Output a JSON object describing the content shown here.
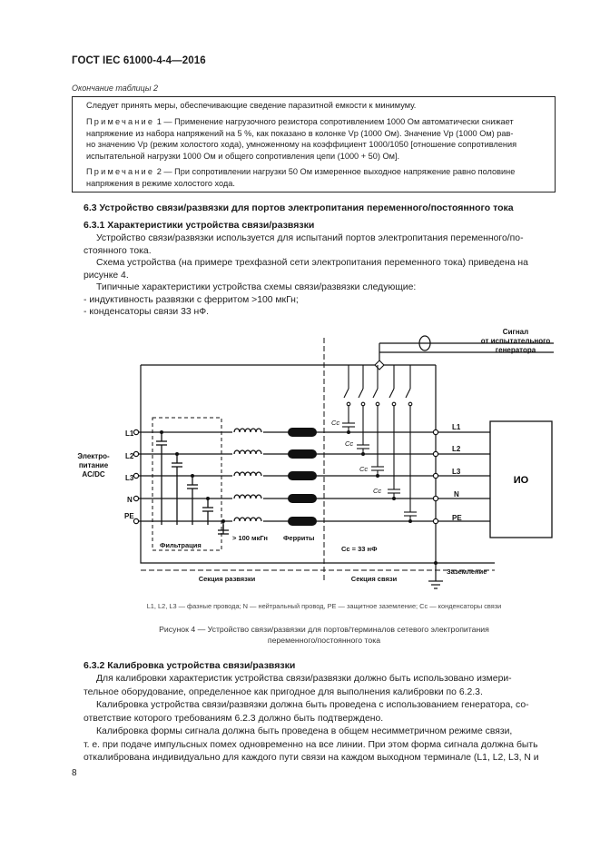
{
  "header": {
    "title": "ГОСТ IEC 61000-4-4—2016"
  },
  "table_end": {
    "caption": "Окончание таблицы 2",
    "row1": "Следует принять меры, обеспечивающие сведение паразитной емкости к минимуму.",
    "note1_label": "Примечание",
    "note1_lines": [
      "1 — Применение нагрузочного резистора сопротивлением 1000 Ом автоматически снижает",
      "напряжение из набора напряжений на 5 %, как показано в колонке Vp (1000 Ом). Значение Vp (1000 Ом) рав-",
      "но значению Vp (режим холостого хода), умноженному на коэффициент 1000/1050 [отношение сопротивления",
      "испытательной нагрузки 1000 Ом и общего сопротивления цепи (1000 + 50) Ом]."
    ],
    "note2_label": "Примечание",
    "note2_lines": [
      "2 — При сопротивлении нагрузки 50 Ом измеренное выходное напряжение равно половине",
      "напряжения в режиме холостого хода."
    ]
  },
  "section_6_3": {
    "heading": "6.3 Устройство связи/развязки для портов электропитания переменного/постоянного тока",
    "sub_heading": "6.3.1 Характеристики устройства связи/развязки",
    "p1_lines": [
      "Устройство связи/развязки используется для испытаний портов электропитания переменного/по-",
      "стоянного тока."
    ],
    "p2_lines": [
      "Схема устройства (на примере трехфазной сети электропитания переменного тока) приведена на",
      "рисунке 4."
    ],
    "p3": "Типичные характеристики устройства схемы связи/развязки следующие:",
    "bullet1": "- индуктивность развязки с ферритом >100 мкГн;",
    "bullet2": "- конденсаторы связи 33 нФ."
  },
  "figure": {
    "signal_label_lines": [
      "Сигнал",
      "от испытательного",
      "генератора"
    ],
    "supply_label_lines": [
      "Электро-",
      "питание",
      "AC/DC"
    ],
    "left_lines": [
      "L1",
      "L2",
      "L3",
      "N",
      "PE"
    ],
    "right_lines": [
      "L1",
      "L2",
      "L3",
      "N",
      "PE"
    ],
    "eut_label": "ИО",
    "cc_label": "Cc",
    "filter_label": "Фильтрация",
    "inductance_label": "> 100 мкГн",
    "ferrite_label": "Ферриты",
    "cc_value_label": "Cc = 33 нФ",
    "ground_label": "Заземление",
    "decoupling_label": "Секция развязки",
    "coupling_label": "Секция связи",
    "legend": "L1, L2, L3 — фазные провода; N — нейтральный провод, PE — защитное заземление; Cc — конденсаторы связи",
    "caption_lines": [
      "Рисунок 4 — Устройство связи/развязки для портов/терминалов сетевого электропитания",
      "переменного/постоянного тока"
    ]
  },
  "section_6_3_2": {
    "heading": "6.3.2 Калибровка устройства связи/развязки",
    "p1_lines": [
      "Для калибровки характеристик устройства связи/развязки должно быть использовано измери-",
      "тельное оборудование, определенное как пригодное для выполнения калибровки по 6.2.3."
    ],
    "p2_lines": [
      "Калибровка устройства связи/развязки должна быть проведена с использованием генератора, со-",
      "ответствие которого требованиям 6.2.3 должно быть подтверждено."
    ],
    "p3_lines": [
      "Калибровка формы сигнала должна быть проведена в общем несимметричном режиме связи,",
      "т. е. при подаче импульсных помех одновременно на все линии. При этом форма сигнала должна быть",
      "откалибрована индивидуально для каждого пути связи на каждом выходном терминале (L1, L2, L3, N и"
    ]
  },
  "page_number": "8"
}
